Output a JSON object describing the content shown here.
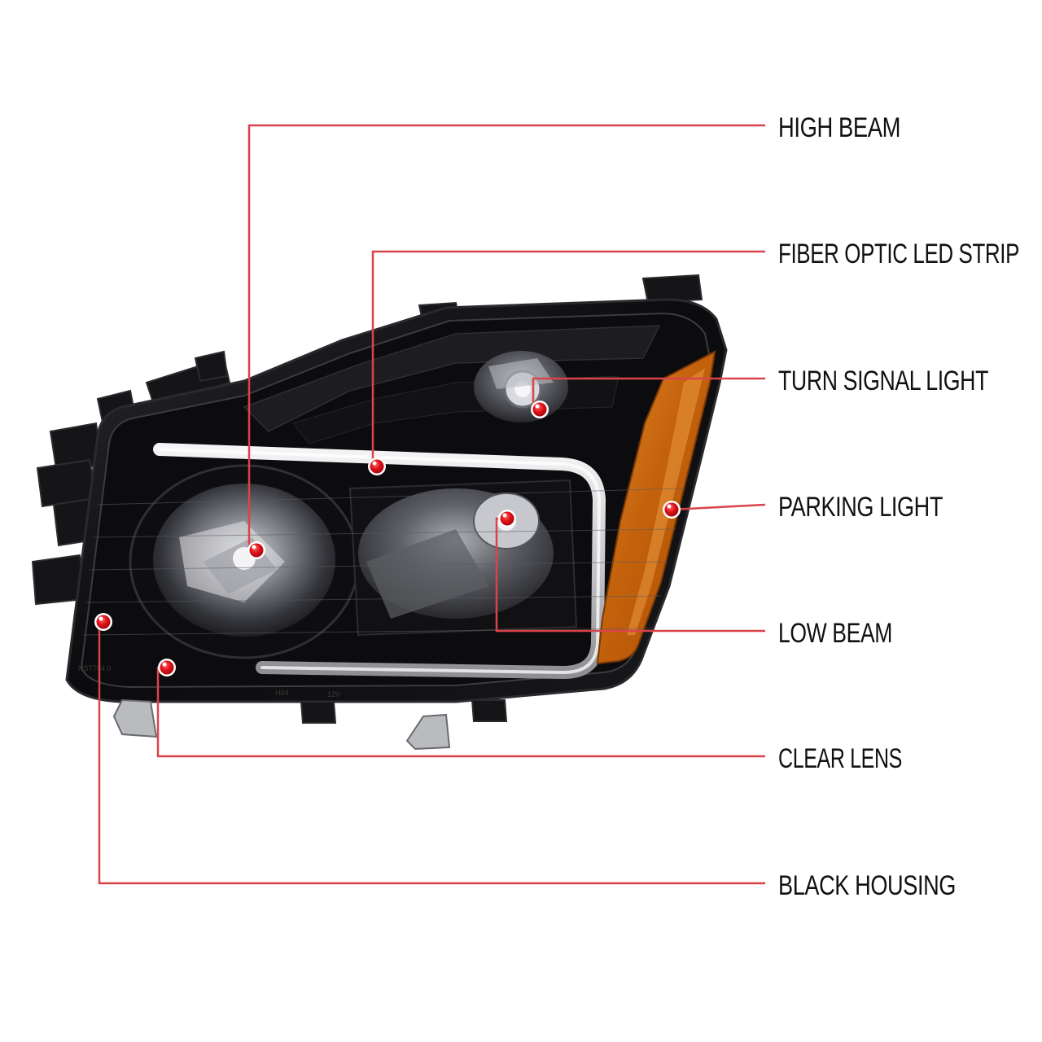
{
  "colors": {
    "leader_line": "#d9434a",
    "marker_fill": "#e01018",
    "marker_ring": "#ffffff",
    "label_text": "#111111",
    "housing": "#0d0d0f",
    "amber_lens": "#c96a10",
    "led_strip": "#d8d8dc",
    "background": "#ffffff"
  },
  "product": {
    "lens_print": "NST704.0",
    "voltage_print": "12V",
    "bulb_print": "H04"
  },
  "callouts": [
    {
      "id": "high-beam",
      "label": "HIGH BEAM"
    },
    {
      "id": "fiber-optic-led-strip",
      "label": "FIBER OPTIC LED STRIP"
    },
    {
      "id": "turn-signal-light",
      "label": "TURN SIGNAL LIGHT"
    },
    {
      "id": "parking-light",
      "label": "PARKING LIGHT"
    },
    {
      "id": "low-beam",
      "label": "LOW BEAM"
    },
    {
      "id": "clear-lens",
      "label": "CLEAR LENS"
    },
    {
      "id": "black-housing",
      "label": "BLACK HOUSING"
    }
  ]
}
